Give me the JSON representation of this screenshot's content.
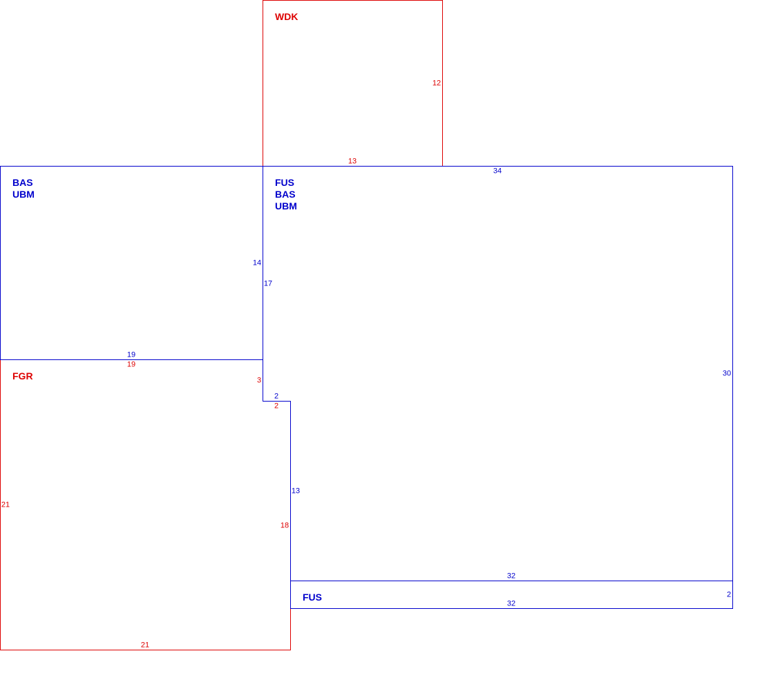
{
  "colors": {
    "living_area": "#0000cc",
    "outbuilding": "#dd0000",
    "background": "#ffffff"
  },
  "sketch": {
    "areas": {
      "wdk": {
        "codes": [
          "WDK"
        ],
        "color": "outbuilding"
      },
      "bas_left": {
        "codes": [
          "BAS",
          "UBM"
        ],
        "color": "living_area"
      },
      "fus_main": {
        "codes": [
          "FUS",
          "BAS",
          "UBM"
        ],
        "color": "living_area"
      },
      "fgr": {
        "codes": [
          "FGR"
        ],
        "color": "outbuilding"
      },
      "fus_strip": {
        "codes": [
          "FUS"
        ],
        "color": "living_area"
      }
    },
    "dimensions": {
      "wdk_right": "12",
      "wdk_bottom": "13",
      "fus_top": "34",
      "bas_right": "14",
      "fus_left": "17",
      "bas_bottom": "19",
      "fgr_top": "19",
      "fgr_notch_vertical": "3",
      "fus_notch_top": "2",
      "fgr_notch_top": "2",
      "fus_right": "30",
      "fus_notch_left": "13",
      "fgr_right": "18",
      "fgr_left": "21",
      "fus_bottom": "32",
      "strip_bottom": "32",
      "strip_right": "2",
      "fgr_bottom": "21"
    }
  }
}
